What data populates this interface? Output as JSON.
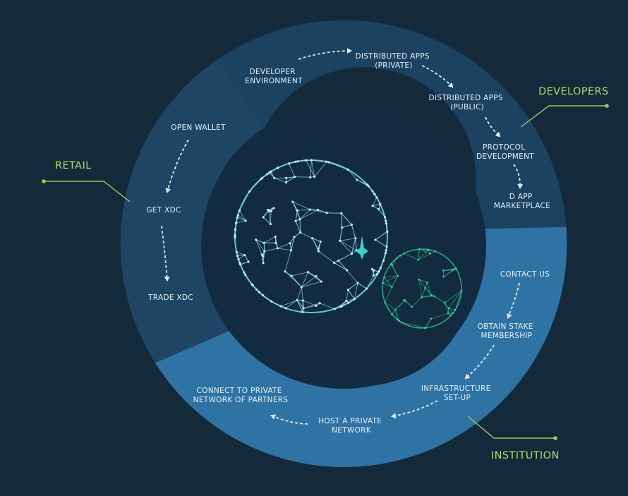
{
  "colors": {
    "background": "#142a3b",
    "inner_disc": "#132b40",
    "retail_segment": "#1e4563",
    "developers_segment": "#1b4260",
    "institution_segment": "#2f73a5",
    "accent_green": "#a9dd6b",
    "step_text": "#e4f1fa"
  },
  "segments": {
    "retail": {
      "label": "RETAIL",
      "steps": [
        "OPEN WALLET",
        "GET XDC",
        "TRADE XDC"
      ]
    },
    "developers": {
      "label": "DEVELOPERS",
      "steps": [
        [
          "DEVELOPER",
          "ENVIRONMENT"
        ],
        [
          "DISTRIBUTED APPS",
          "(PRIVATE)"
        ],
        [
          "DISTRIBUTED APPS",
          "(PUBLIC)"
        ],
        [
          "PROTOCOL",
          "DEVELOPMENT"
        ],
        [
          "D APP",
          "MARKETPLACE"
        ]
      ]
    },
    "institution": {
      "label": "INSTITUTION",
      "steps": [
        [
          "CONTACT US"
        ],
        [
          "OBTAIN STAKE",
          "MEMBERSHIP"
        ],
        [
          "INFRASTRUCTURE",
          "SET-UP"
        ],
        [
          "HOST A PRIVATE",
          "NETWORK"
        ],
        [
          "CONNECT TO PRIVATE",
          "NETWORK OF PARTNERS"
        ]
      ]
    }
  },
  "center_graphic": {
    "icons": [
      "network-globe-icon",
      "small-network-globe-icon",
      "spinning-top-icon"
    ]
  }
}
